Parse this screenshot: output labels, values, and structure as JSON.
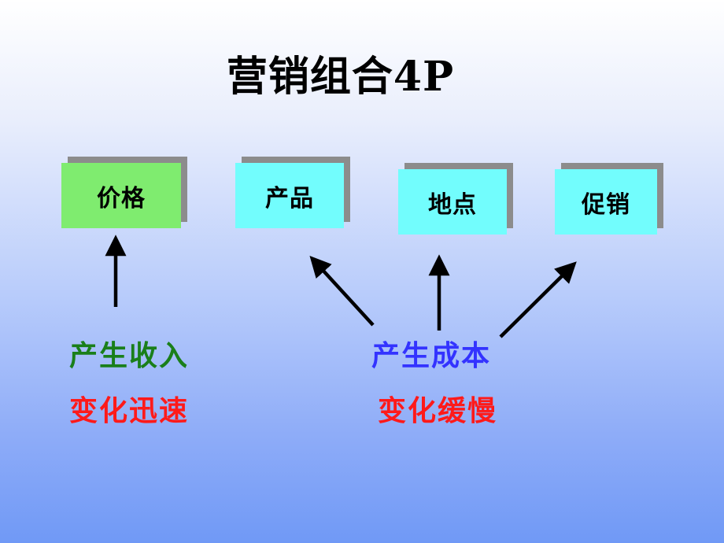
{
  "title": "营销组合4P",
  "boxes": [
    {
      "label": "价格",
      "color": "#7fec6f"
    },
    {
      "label": "产品",
      "color": "#72fdfd"
    },
    {
      "label": "地点",
      "color": "#72fdfd"
    },
    {
      "label": "促销",
      "color": "#72fdfd"
    }
  ],
  "left_group": {
    "line1": "产生收入",
    "line1_color": "#1a7f1a",
    "line2": "变化迅速",
    "line2_color": "#ff1a1a"
  },
  "right_group": {
    "line1": "产生成本",
    "line1_color": "#3333ff",
    "line2": "变化缓慢",
    "line2_color": "#ff1a1a"
  },
  "colors": {
    "background_top": "#ffffff",
    "background_bottom": "#7099f6",
    "box_shadow": "#8c8c8c",
    "arrow": "#000000"
  }
}
